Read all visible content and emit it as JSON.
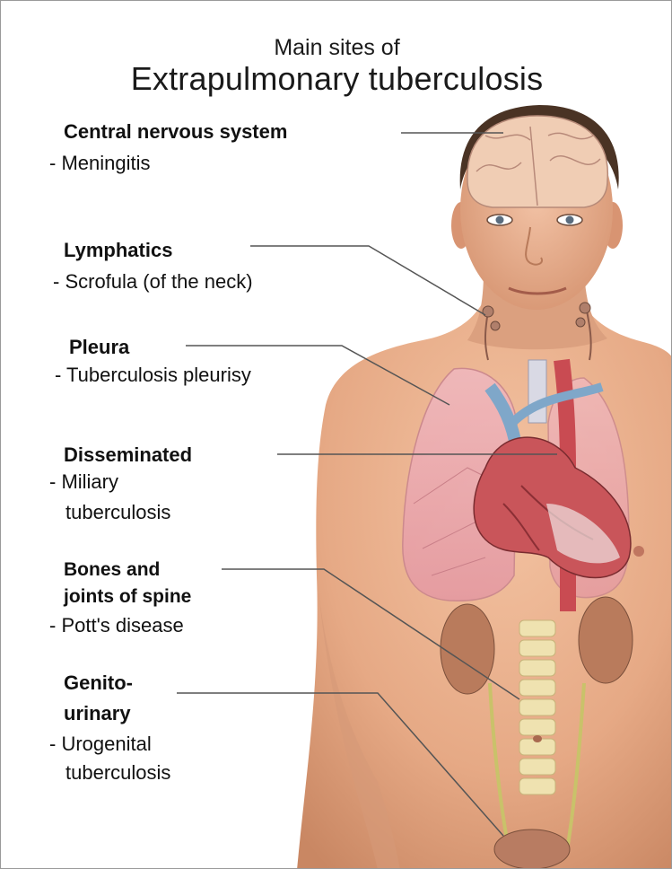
{
  "title": {
    "subtitle": "Main sites of",
    "main": "Extrapulmonary tuberculosis"
  },
  "labels": [
    {
      "id": "cns",
      "heading": "Central nervous system",
      "detail": "- Meningitis"
    },
    {
      "id": "lymph",
      "heading": "Lymphatics",
      "detail": "- Scrofula (of the neck)"
    },
    {
      "id": "pleura",
      "heading": "Pleura",
      "detail": "- Tuberculosis pleurisy"
    },
    {
      "id": "dissem",
      "heading": "Disseminated",
      "detail_1": "- Miliary",
      "detail_2": "tuberculosis"
    },
    {
      "id": "bones",
      "heading_1": "Bones and",
      "heading_2": "joints of spine",
      "detail": "- Pott's disease"
    },
    {
      "id": "genito",
      "heading_1": "Genito-",
      "heading_2": "urinary",
      "detail_1": "- Urogenital",
      "detail_2": "tuberculosis"
    }
  ],
  "colors": {
    "skin": "#e9b190",
    "skin_shadow": "#cf8f6c",
    "hair": "#4a3324",
    "lung": "#e9a6ad",
    "heart": "#c9555a",
    "vessel_blue": "#7fa7c9",
    "kidney": "#b97b5c",
    "spine": "#efe2b0",
    "leader_line": "#555555"
  }
}
